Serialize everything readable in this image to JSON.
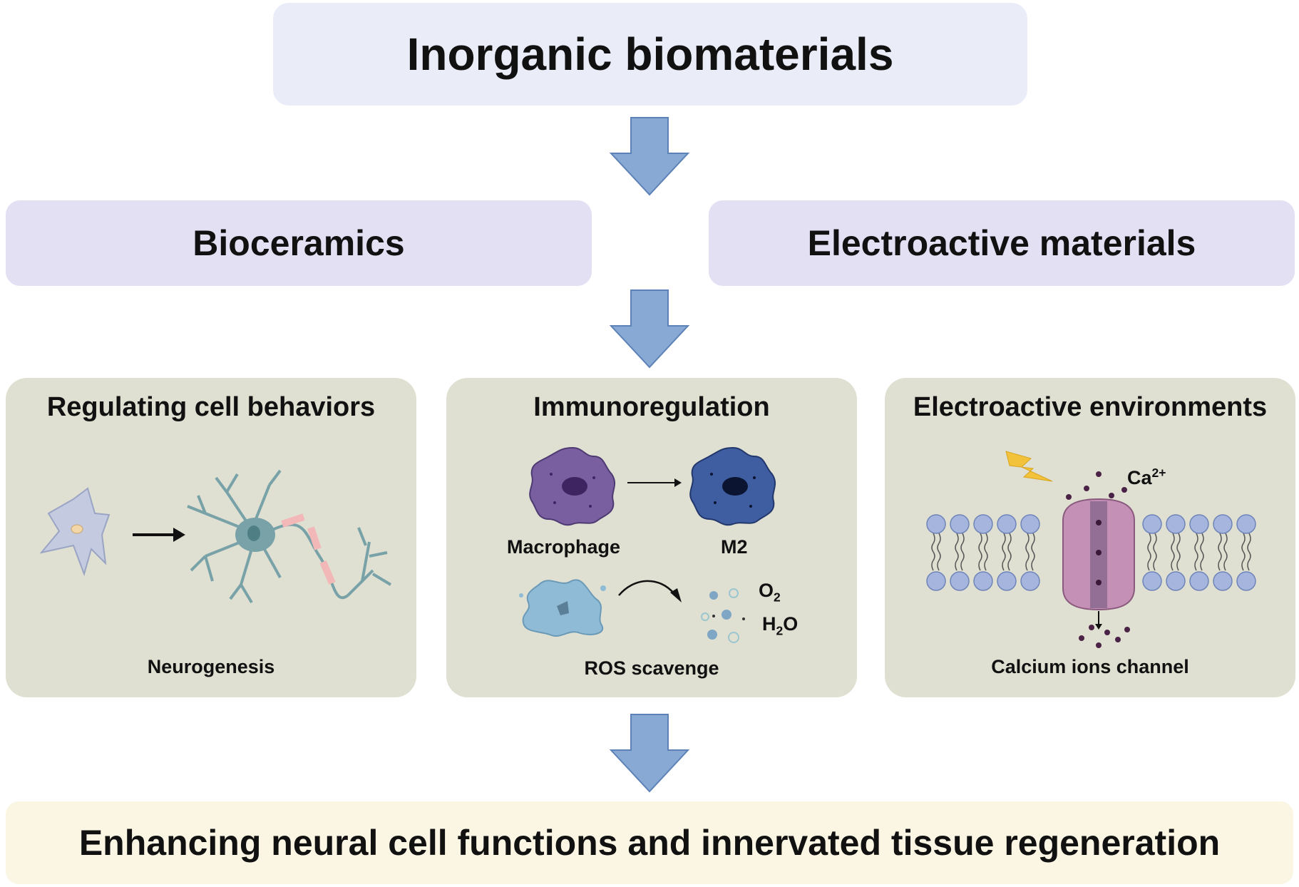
{
  "top_box": {
    "label": "Inorganic biomaterials"
  },
  "left_box": {
    "label": "Bioceramics"
  },
  "right_box": {
    "label": "Electroactive materials"
  },
  "panels": [
    {
      "title": "Regulating cell behaviors",
      "caption": "Neurogenesis"
    },
    {
      "title": "Immunoregulation",
      "caption": "ROS scavenge",
      "labels": {
        "macrophage": "Macrophage",
        "m2": "M2",
        "o2_base": "O",
        "o2_sub": "2",
        "h2o_h": "H",
        "h2o_sub": "2",
        "h2o_o": "O"
      }
    },
    {
      "title": "Electroactive environments",
      "caption": "Calcium ions channel",
      "labels": {
        "ion_base": "Ca",
        "ion_sup": "2+"
      }
    }
  ],
  "bottom_box": {
    "label": "Enhancing neural cell functions and innervated tissue regeneration"
  },
  "colors": {
    "arrow": "#88a9d3",
    "panel": "#dfe0d2",
    "lipid_head": "#a5b5de",
    "channel": "#c490b6",
    "macrophage": "#7a5fa0",
    "m2": "#3f5ea2",
    "neuron": "#78a2a8"
  }
}
